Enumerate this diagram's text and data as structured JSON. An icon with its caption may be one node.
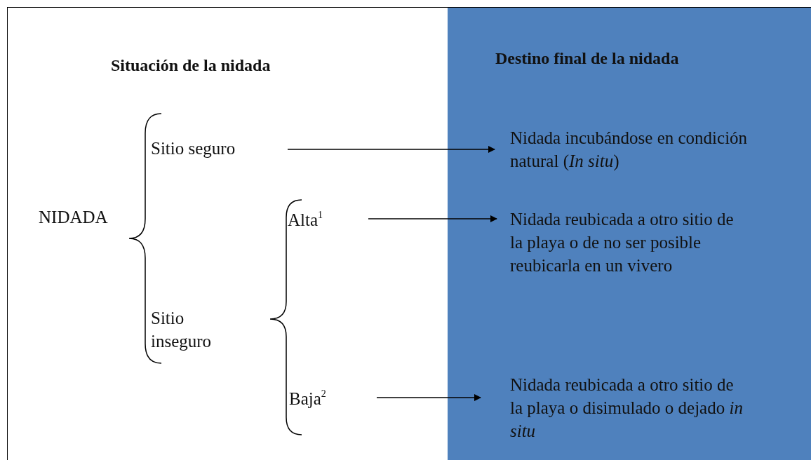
{
  "diagram": {
    "nodes": [
      {
        "text": [
          "NIDADA"
        ]
      },
      {
        "text": [
          "Sitio seguro"
        ]
      },
      {
        "text": [
          "Sitio inseguro"
        ]
      },
      {
        "text": [
          "Alta$^{1}$"
        ]
      },
      {
        "text": [
          "Baja$^{2}$"
        ]
      },
      {
        "text": [
          "Nidada incubándose en condición natural (*In situ*)"
        ]
      },
      {
        "text": [
          "Nidada reubicada a otro sitio de la playa o de no ser posible reubicarla en un vivero"
        ]
      },
      {
        "text": [
          "Nidada reubicada a otro sitio de la playa o disimulado o dejado *in situ*"
        ]
      }
    ],
    "edges": [
      {
        "from": 1,
        "to": 5,
        "arrow": "to"
      },
      {
        "from": 3,
        "to": 6,
        "arrow": "to"
      },
      {
        "from": 4,
        "to": 7,
        "arrow": "to"
      }
    ],
    "labels": [
      "Situación de la nidada",
      "Destino final de la nidada"
    ]
  }
}
